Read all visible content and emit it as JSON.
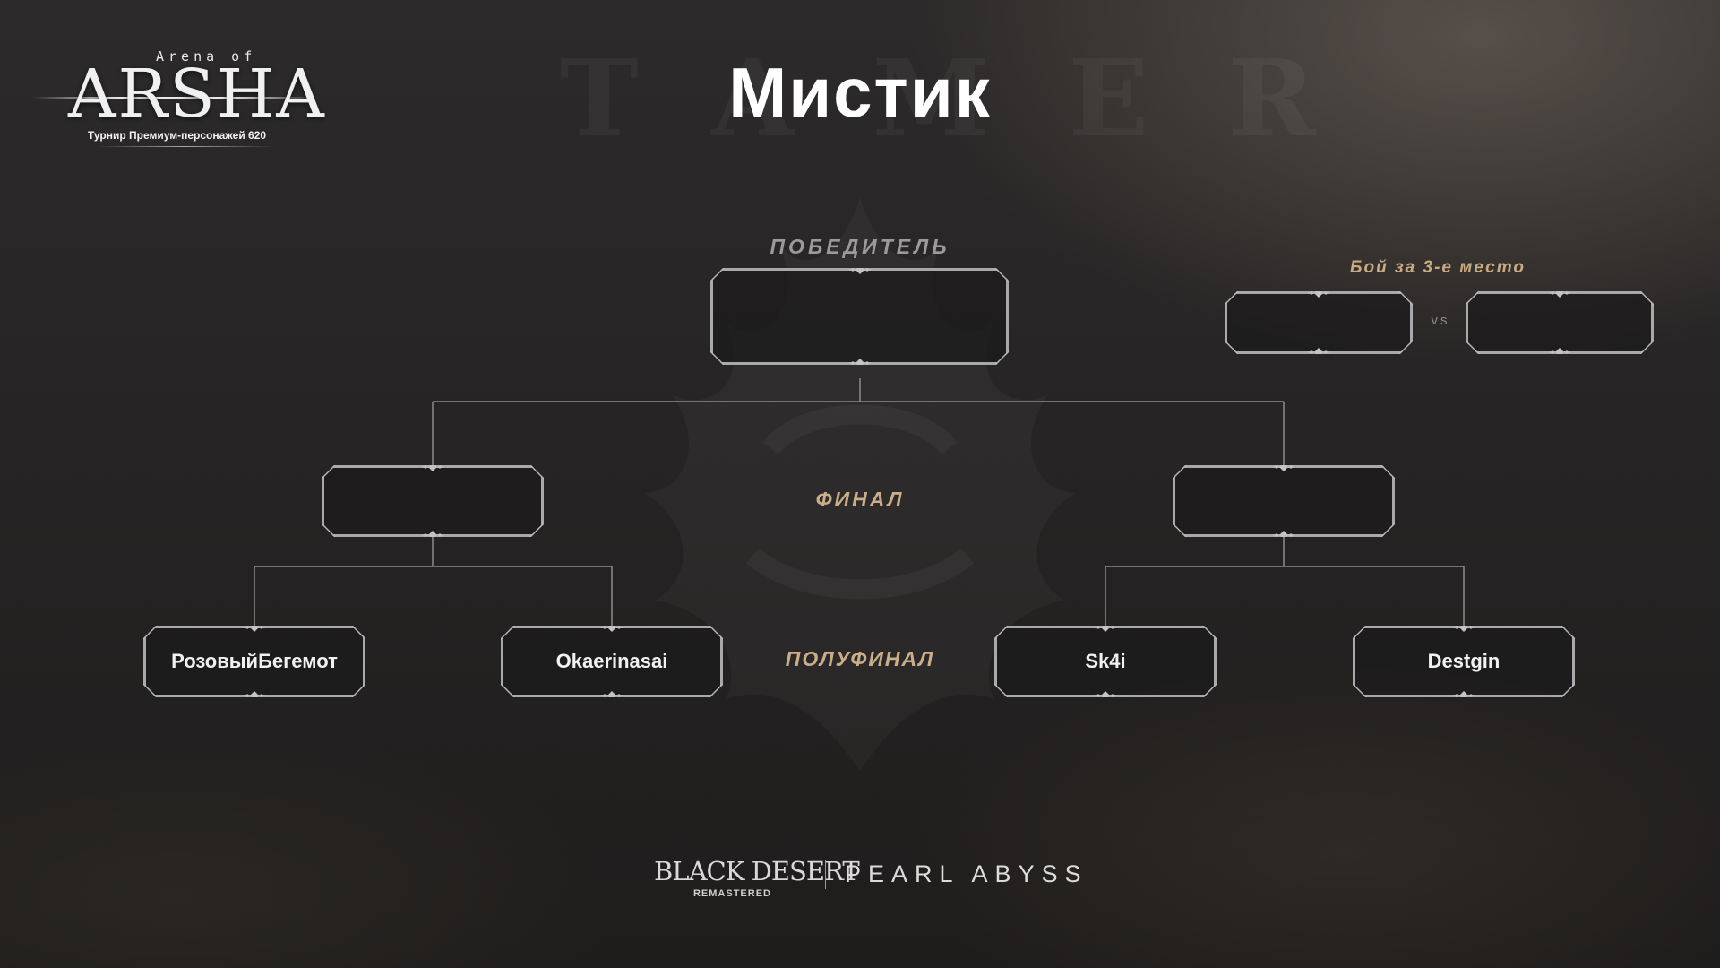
{
  "logo": {
    "arena_text": "Arena of",
    "arsha_text": "ARSHA",
    "subtitle": "Турнир Премиум-персонажей 620"
  },
  "background_word": "TAMER",
  "title": "Мистик",
  "labels": {
    "winner": "ПОБЕДИТЕЛЬ",
    "third_place": "Бой за 3-е место",
    "vs": "vs",
    "final": "ФИНАЛ",
    "semifinal": "ПОЛУФИНАЛ"
  },
  "bracket": {
    "winner": "",
    "third_place": [
      "",
      ""
    ],
    "final": [
      "",
      ""
    ],
    "semifinal": [
      "РозовыйБегемот",
      "Okaerinasai",
      "Sk4i",
      "Destgin"
    ]
  },
  "footer": {
    "game_logo": "BLACK DESERT",
    "game_logo_sub": "REMASTERED",
    "publisher": "PEARL ABYSS"
  },
  "colors": {
    "label_gold": "#caae88",
    "label_grey": "#9b9b9d",
    "slot_border": "#a9a9ab",
    "connector": "#8c8c8e"
  }
}
